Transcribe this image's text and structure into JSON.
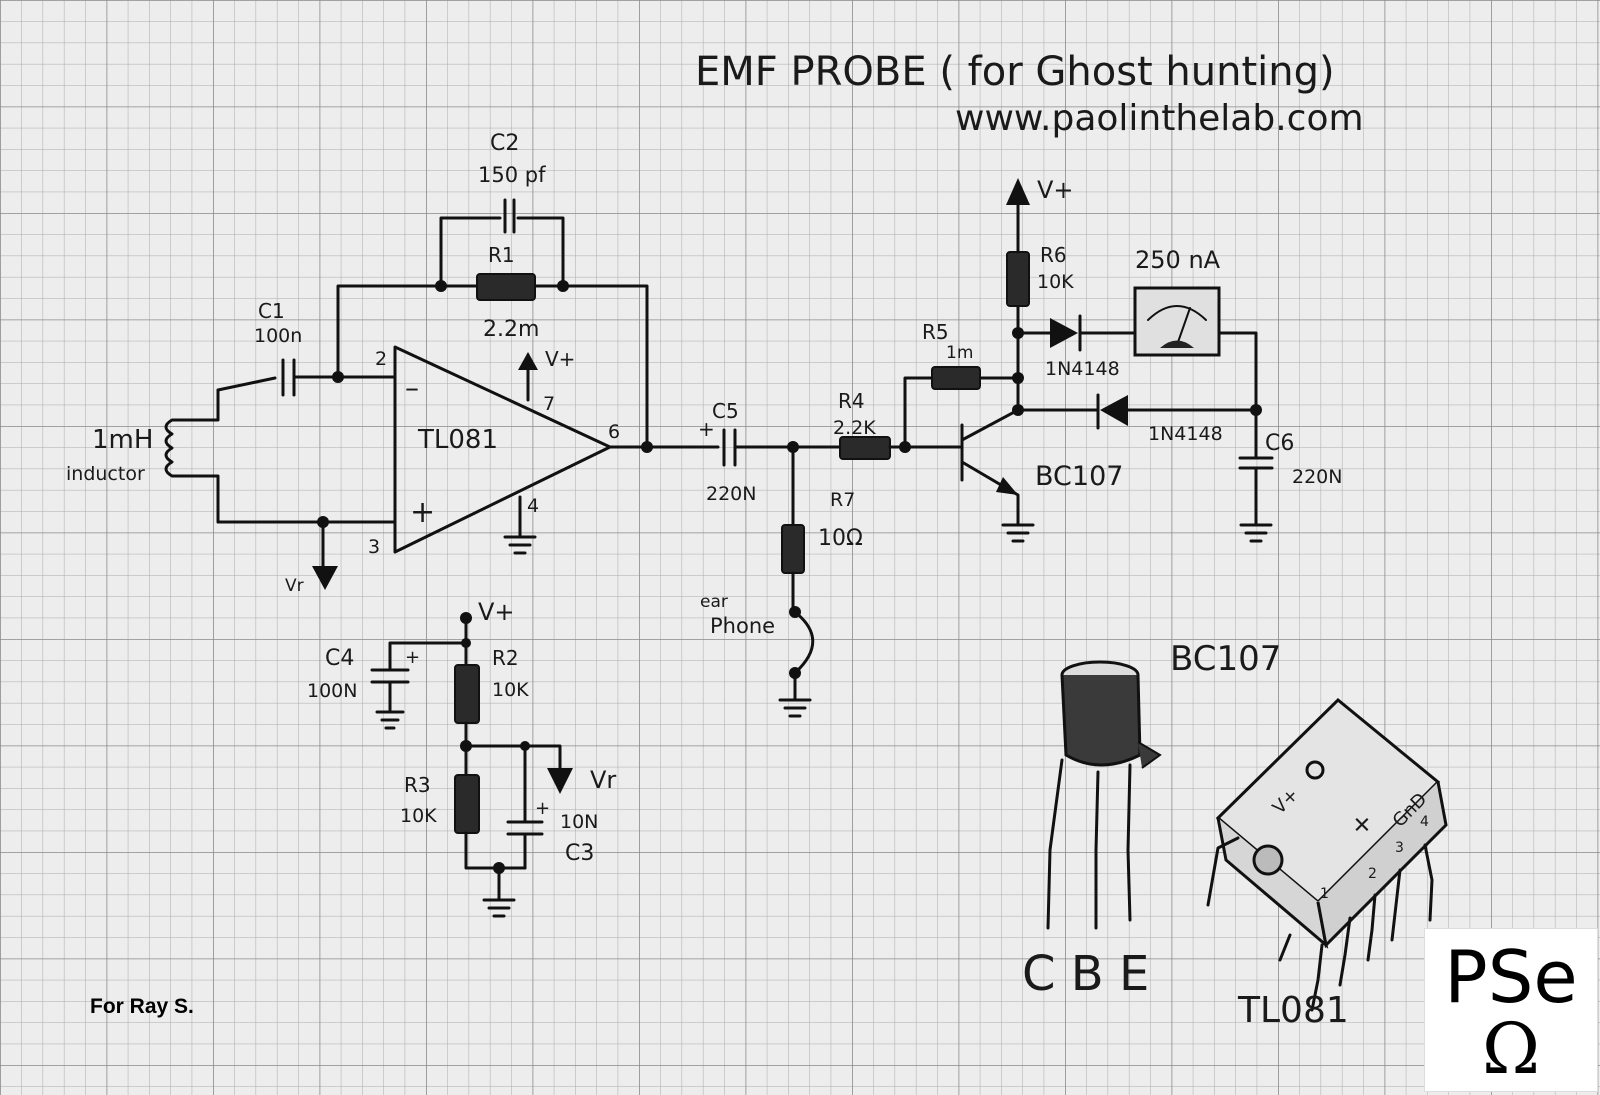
{
  "title": "EMF PROBE ( for Ghost hunting)",
  "website": "www.paolinthelab.com",
  "caption": "For Ray S.",
  "logo": {
    "top": "PSe",
    "bottom": "Ω"
  },
  "labels": {
    "inductor_value": "1mH",
    "inductor_text": "inductor",
    "c1_name": "C1",
    "c1_value": "100n",
    "c2_name": "C2",
    "c2_value": "150 pf",
    "r1_name": "R1",
    "r1_value": "2.2m",
    "opamp": "TL081",
    "pin2": "2",
    "pin3": "3",
    "pin4": "4",
    "pin6": "6",
    "pin7": "7",
    "minus": "–",
    "plus": "+",
    "vplus": "V+",
    "vr": "Vr",
    "c5_name": "C5",
    "c5_value": "220N",
    "r4_name": "R4",
    "r4_value": "2.2K",
    "r7_name": "R7",
    "r7_value": "10Ω",
    "earphone_1": "ear",
    "earphone_2": "Phone",
    "r5_name": "R5",
    "r5_value": "1m",
    "r6_name": "R6",
    "r6_value": "10K",
    "meter": "250 nA",
    "diode1": "1N4148",
    "diode2": "1N4148",
    "transistor": "BC107",
    "c6_name": "C6",
    "c6_value": "220N",
    "c4_name": "C4",
    "c4_value": "100N",
    "r2_name": "R2",
    "r2_value": "10K",
    "r3_name": "R3",
    "r3_value": "10K",
    "c3_name": "C3",
    "c3_value": "10N",
    "bc107_title": "BC107",
    "pins_cbe": "C B E",
    "chip_title": "TL081",
    "chip_vplus": "V+",
    "chip_gnd": "GnD",
    "chip_pin1": "1",
    "chip_pin2": "2",
    "chip_pin3": "3",
    "chip_pin4": "4"
  }
}
